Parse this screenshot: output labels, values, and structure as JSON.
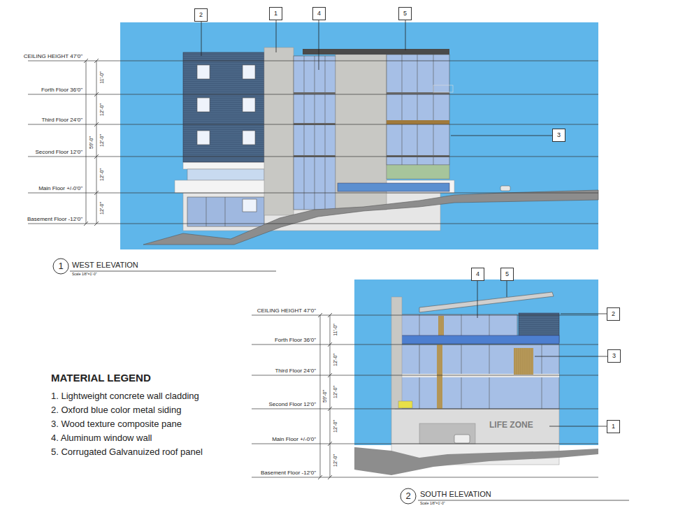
{
  "diagram": {
    "nodes": [
      {
        "text": [
          "2"
        ]
      },
      {
        "text": [
          "1"
        ]
      },
      {
        "text": [
          "4"
        ]
      },
      {
        "text": [
          "5"
        ]
      },
      {
        "text": [
          "3"
        ]
      },
      {
        "text": [
          "1"
        ]
      },
      {
        "text": [
          "4"
        ]
      },
      {
        "text": [
          "5"
        ]
      },
      {
        "text": [
          "2"
        ]
      },
      {
        "text": [
          "3"
        ]
      },
      {
        "text": [
          "1"
        ]
      },
      {
        "text": [
          "2"
        ]
      }
    ],
    "labels": [
      "CEILING HEIGHT 47'0\"",
      "Forth Floor 36'0\"",
      "Third Floor 24'0\"",
      "Second Floor 12'0\"",
      "Main Floor +/-0'0\"",
      "Basement Floor -12'0\"",
      "11'-0\"",
      "12'-0\"",
      "12'-0\"",
      "12'-0\"",
      "12'-0\"",
      "59'-0\"",
      "WEST ELEVATION",
      "Scale 1/8\"=1'-0\"",
      "CEILING HEIGHT 47'0\"",
      "Forth Floor 36'0\"",
      "Third Floor 24'0\"",
      "Second Floor 12'0\"",
      "Main Floor +/-0'0\"",
      "Basement Floor -12'0\"",
      "11'-0\"",
      "12'-0\"",
      "12'-0\"",
      "12'-0\"",
      "12'-0\"",
      "59'-0\"",
      "LIFE ZONE",
      "SOUTH ELEVATION",
      "Scale 1/8\"=1'-0\"",
      "MATERIAL LEGEND"
    ],
    "legend": [
      {
        "text": "1. Lightweight concrete wall cladding"
      },
      {
        "text": "2. Oxford blue color metal siding"
      },
      {
        "text": "3. Wood texture composite pane"
      },
      {
        "text": "4. Aluminum window wall"
      },
      {
        "text": "5. Corrugated Galvanuized roof panel"
      }
    ]
  }
}
